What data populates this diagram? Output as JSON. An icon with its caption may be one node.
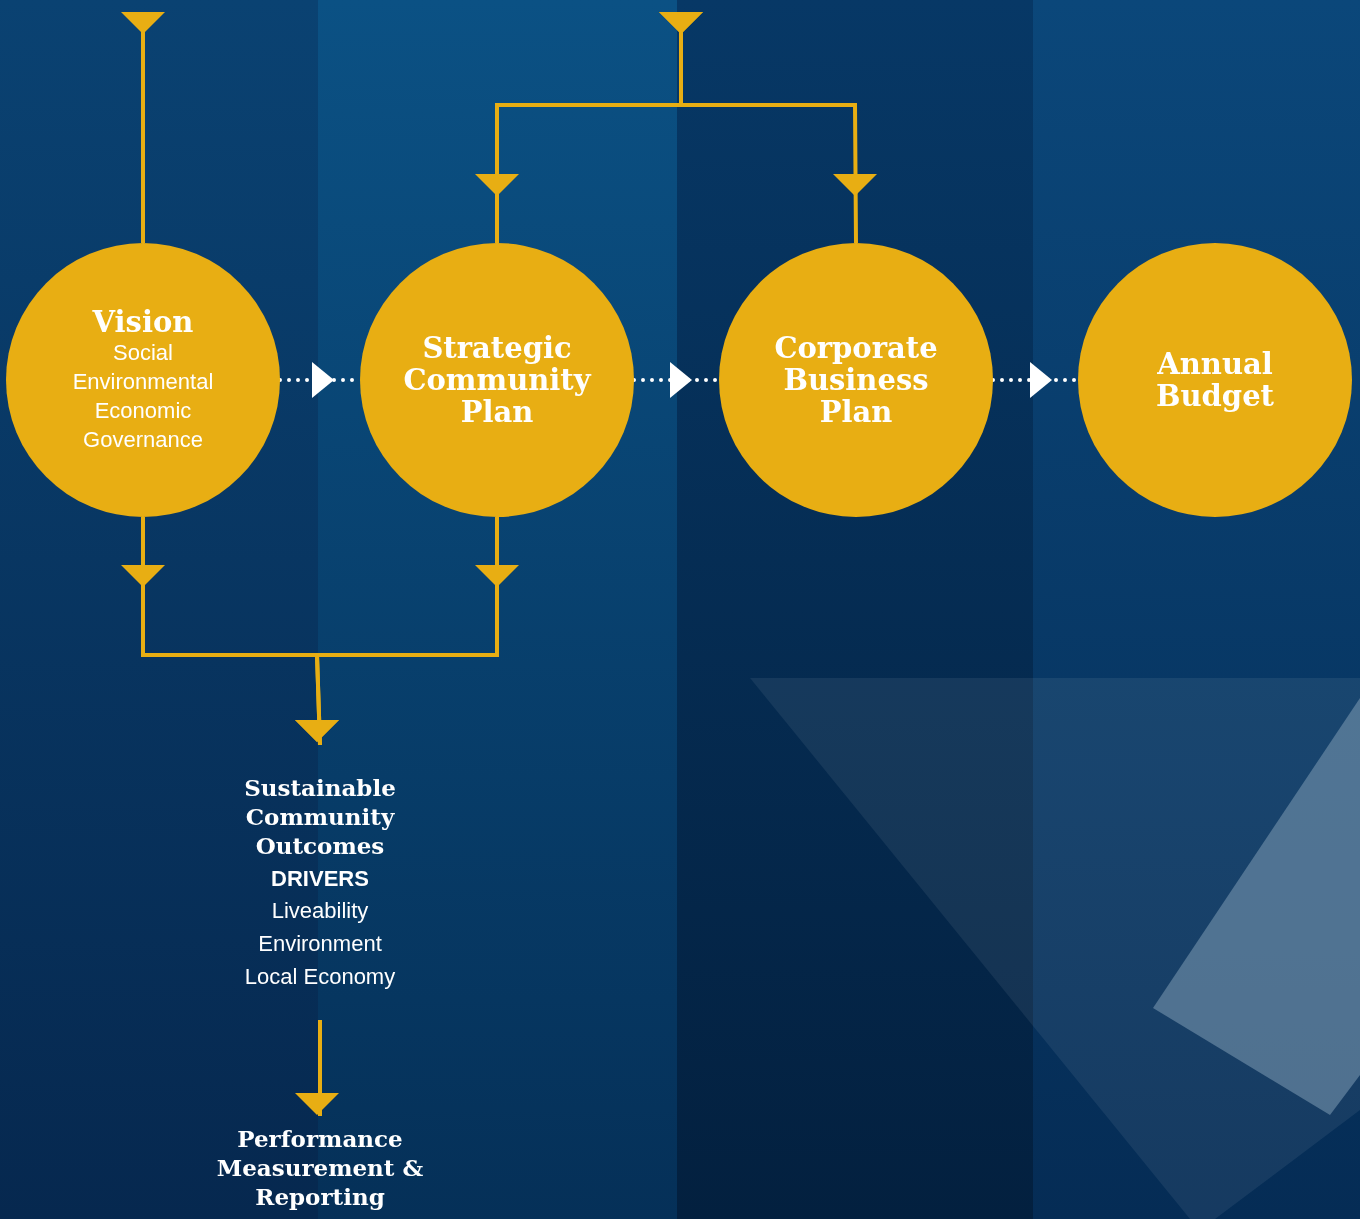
{
  "diagram": {
    "nodes": [
      {
        "text": [
          "Vision",
          "Social",
          "Environmental",
          "Economic",
          "Governance"
        ]
      },
      {
        "text": [
          "Strategic Community Plan"
        ]
      },
      {
        "text": [
          "Corporate Business Plan"
        ]
      },
      {
        "text": [
          "Annual Budget"
        ]
      },
      {
        "text": [
          "Sustainable Community Outcomes",
          "DRIVERS",
          "Liveability",
          "Environment",
          "Local Economy"
        ]
      },
      {
        "text": [
          "Performance Measurement & Reporting"
        ]
      }
    ],
    "edges": [
      {
        "from": null,
        "to": 0,
        "arrow": "to"
      },
      {
        "from": null,
        "to": 1,
        "arrow": "to"
      },
      {
        "from": null,
        "to": 2,
        "arrow": "to"
      },
      {
        "from": 0,
        "to": 1,
        "arrow": "to",
        "style": "dashed",
        "color": "#ffffff"
      },
      {
        "from": 1,
        "to": 2,
        "arrow": "to",
        "style": "dashed",
        "color": "#ffffff"
      },
      {
        "from": 2,
        "to": 3,
        "arrow": "to",
        "style": "dashed",
        "color": "#ffffff"
      },
      {
        "from": 0,
        "to": 4,
        "arrow": "to"
      },
      {
        "from": 1,
        "to": 4,
        "arrow": "to"
      },
      {
        "from": 4,
        "to": 5,
        "arrow": "to"
      }
    ]
  }
}
